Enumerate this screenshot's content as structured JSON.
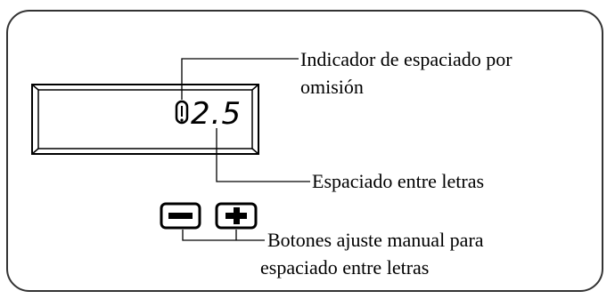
{
  "display": {
    "value": "2.5"
  },
  "labels": {
    "default_indicator_line1": "Indicador de espaciado por",
    "default_indicator_line2": "omisión",
    "letter_spacing": "Espaciado entre letras",
    "buttons_line1": "Botones ajuste manual para",
    "buttons_line2": "espaciado entre letras"
  },
  "icons": {
    "minus": "minus-icon",
    "plus": "plus-icon",
    "indicator": "default-spacing-indicator-icon"
  }
}
